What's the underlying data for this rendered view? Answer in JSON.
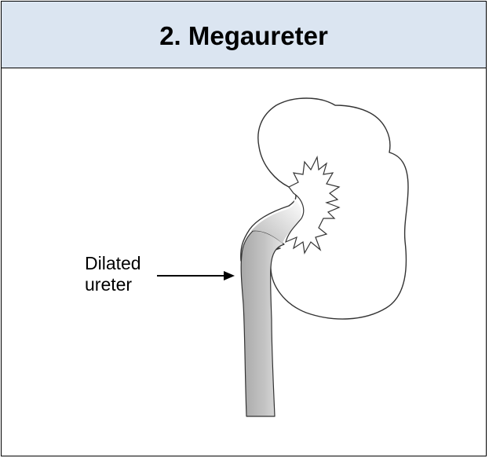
{
  "header": {
    "title": "2. Megaureter"
  },
  "diagram": {
    "callout": {
      "line1": "Dilated",
      "line2": "ureter"
    },
    "colors": {
      "header_background": "#dbe5f1",
      "ureter_fill_dark": "#a8a8a8",
      "ureter_fill_light": "#e6e6e6",
      "outline": "#333333"
    }
  }
}
